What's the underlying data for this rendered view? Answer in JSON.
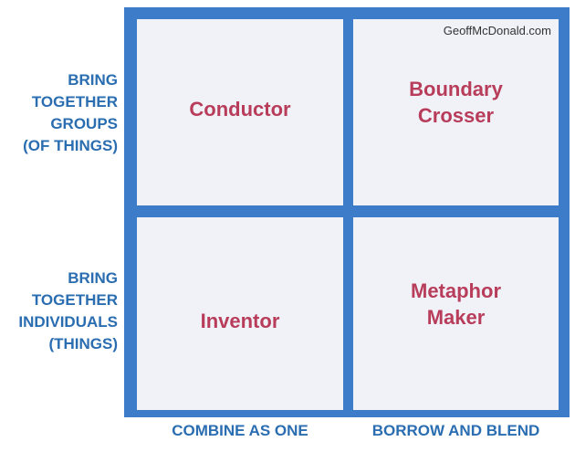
{
  "watermark": "GeoffMcDonald.com",
  "quadrants": {
    "top_left": "Conductor",
    "top_right": "Boundary\nCrosser",
    "bottom_left": "Inventor",
    "bottom_right": "Metaphor\nMaker"
  },
  "row_labels": {
    "top": "BRING\nTOGETHER\nGROUPS\n(OF THINGS)",
    "bottom": "BRING\nTOGETHER\nINDIVIDUALS\n(THINGS)"
  },
  "column_labels": {
    "left": "COMBINE AS ONE",
    "right": "BORROW AND BLEND"
  },
  "colors": {
    "frame": "#3d7cc9",
    "cell_background": "#f1f2f8",
    "quadrant_text": "#b83d5b",
    "axis_text": "#2a6db0"
  }
}
